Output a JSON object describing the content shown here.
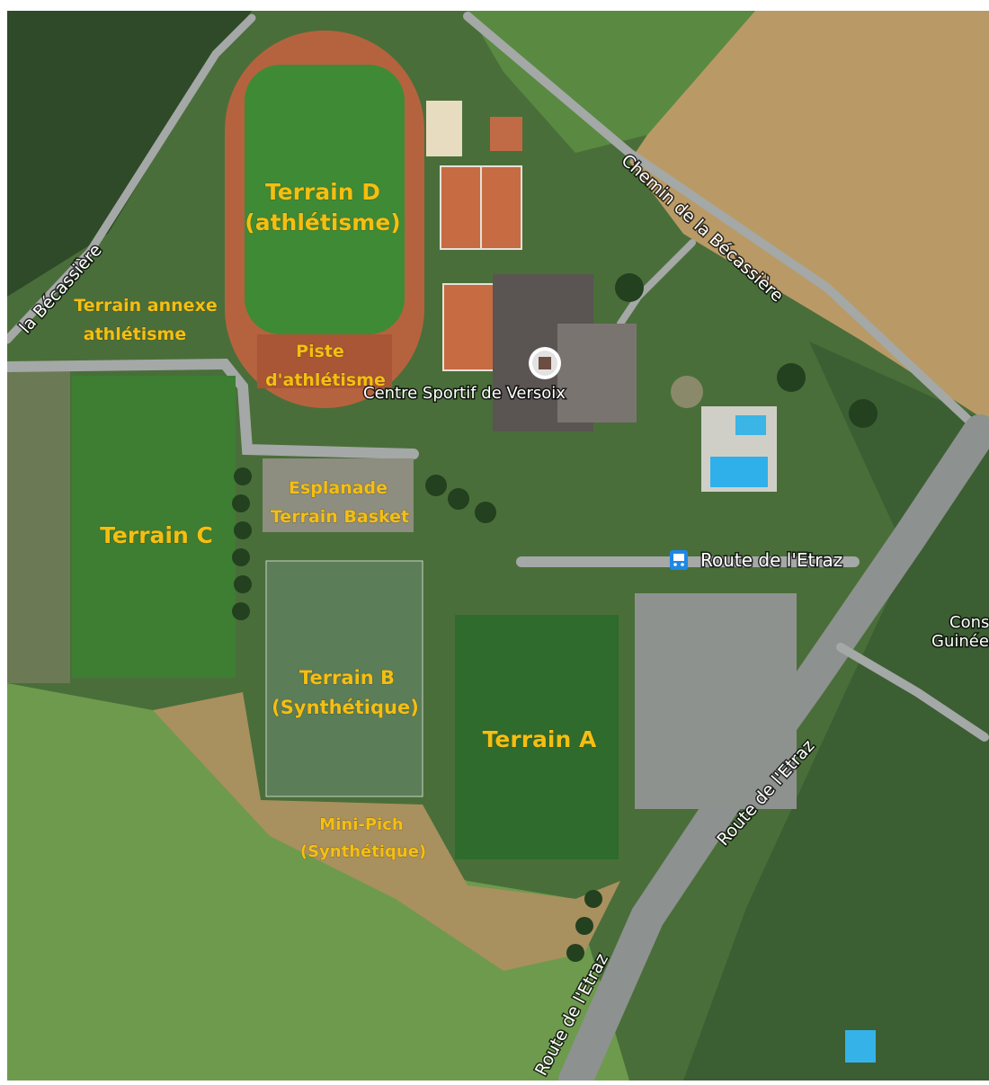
{
  "map": {
    "roads": {
      "becassiere_north": "Chemin de la Bécassière",
      "becassiere_west": "la Bécassière",
      "etraz_bus": "Route de l'Etraz",
      "etraz_mid": "Route de l'Etraz",
      "etraz_south": "Route de l'Etraz"
    },
    "poi": {
      "centre_sportif": "Centre Sportif de Versoix",
      "cons_line1": "Cons",
      "cons_line2": "Guinée"
    },
    "fields": {
      "terrain_d_line1": "Terrain D",
      "terrain_d_line2": "(athlétisme)",
      "annexe_line1": "Terrain annexe",
      "annexe_line2": "athlétisme",
      "piste_line1": "Piste",
      "piste_line2": "d'athlétisme",
      "esplanade_line1": "Esplanade",
      "esplanade_line2": "Terrain Basket",
      "terrain_c": "Terrain C",
      "terrain_b_line1": "Terrain B",
      "terrain_b_line2": "(Synthétique)",
      "terrain_a": "Terrain A",
      "minipich_line1": "Mini-Pich",
      "minipich_line2": "(Synthétique)"
    },
    "icons": {
      "place_marker": "place-marker-icon",
      "bus_stop": "bus-stop-icon"
    },
    "colors": {
      "label_yellow": "#f4bf12",
      "grass": "#3d7a32",
      "track": "#b5633f",
      "field_dark": "#2d5e2a",
      "road": "#9a9e9c"
    }
  }
}
